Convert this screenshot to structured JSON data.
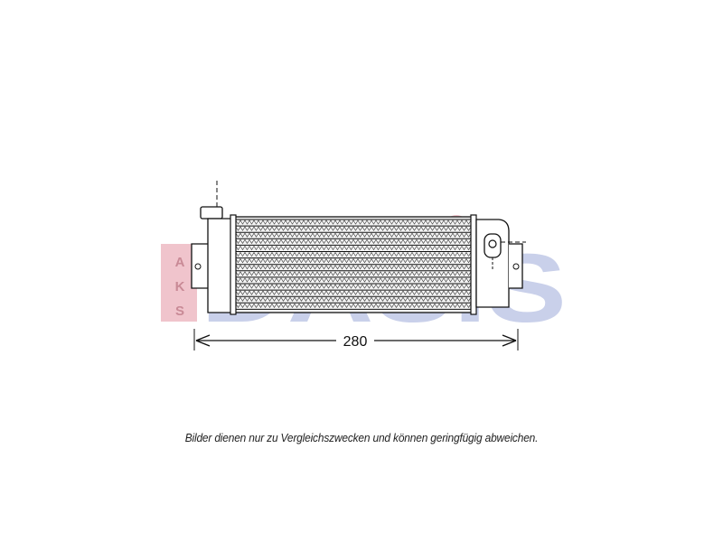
{
  "watermark": {
    "logo_word": "DASIS",
    "side_letters": [
      "A",
      "K",
      "S"
    ],
    "colors": {
      "logo_blue": "#c9d0ea",
      "logo_red": "#f0c4cc",
      "logo_red_text": "#c98a96"
    }
  },
  "drawing": {
    "dimension_label": "280",
    "colors": {
      "line": "#111111",
      "fin_fill": "#f4f4f4"
    }
  },
  "caption": "Bilder dienen nur zu Vergleichszwecken und können geringfügig abweichen."
}
